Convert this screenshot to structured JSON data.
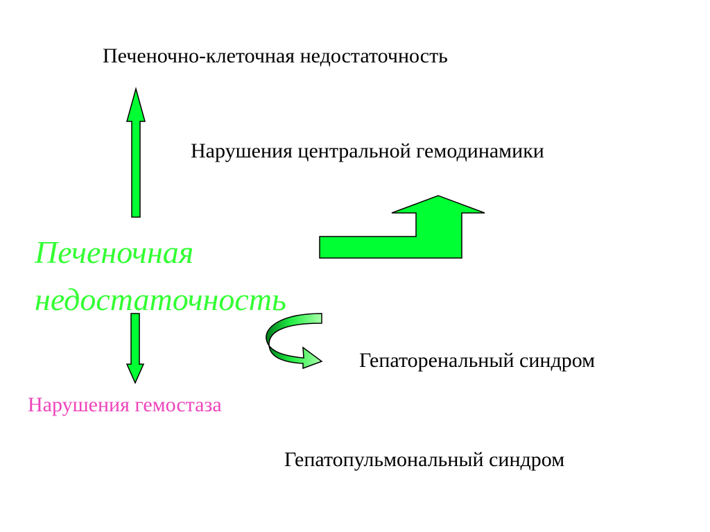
{
  "colors": {
    "arrow_fill": "#00ff33",
    "arrow_stroke": "#000000",
    "main_title": "#33ff33",
    "hemostasis": "#ee44bb",
    "text": "#000000",
    "background": "#ffffff"
  },
  "main": {
    "title_line1": "Печеночная",
    "title_line2": "недостаточность"
  },
  "outcomes": {
    "hepatocellular": "Печеночно-клеточная недостаточность",
    "hemodynamics": "Нарушения центральной гемодинамики",
    "hepatorenal": "Гепаторенальный синдром",
    "hemostasis": "Нарушения гемостаза",
    "hepatopulmonary": "Гепатопульмональный синдром"
  }
}
